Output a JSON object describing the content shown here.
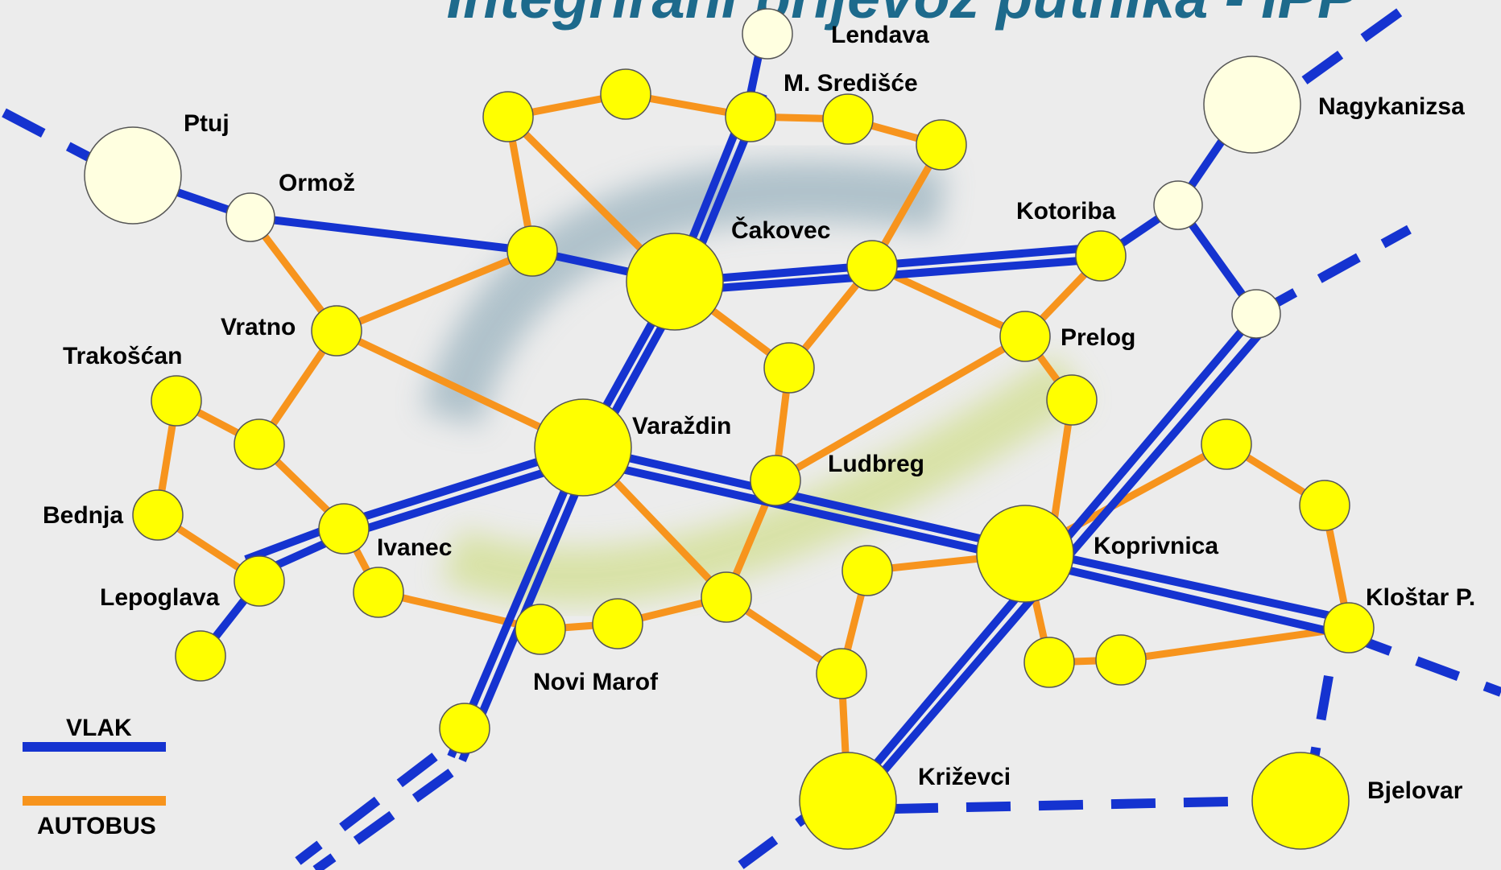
{
  "title": "Integrirani prijevoz putnika - IPP",
  "legend": {
    "train_label": "VLAK",
    "bus_label": "AUTOBUS"
  },
  "colors": {
    "train": "#1533d0",
    "bus": "#f7941d",
    "stop_fill": "#ffff00",
    "foreign_stop_fill": "#ffffe0",
    "background": "#ececec",
    "label": "#000000"
  },
  "cities": {
    "ptuj": "Ptuj",
    "ormoz": "Ormož",
    "lendava": "Lendava",
    "m_sredisce": "M. Središće",
    "nagykanizsa": "Nagykanizsa",
    "kotoriba": "Kotoriba",
    "cakovec": "Čakovec",
    "vratno": "Vratno",
    "trakoscan": "Trakošćan",
    "prelog": "Prelog",
    "varazdin": "Varaždin",
    "ludbreg": "Ludbreg",
    "bednja": "Bednja",
    "ivanec": "Ivanec",
    "koprivnica": "Koprivnica",
    "lepoglava": "Lepoglava",
    "klostar": "Kloštar P.",
    "novi_marof": "Novi Marof",
    "krizevci": "Križevci",
    "bjelovar": "Bjelovar"
  }
}
